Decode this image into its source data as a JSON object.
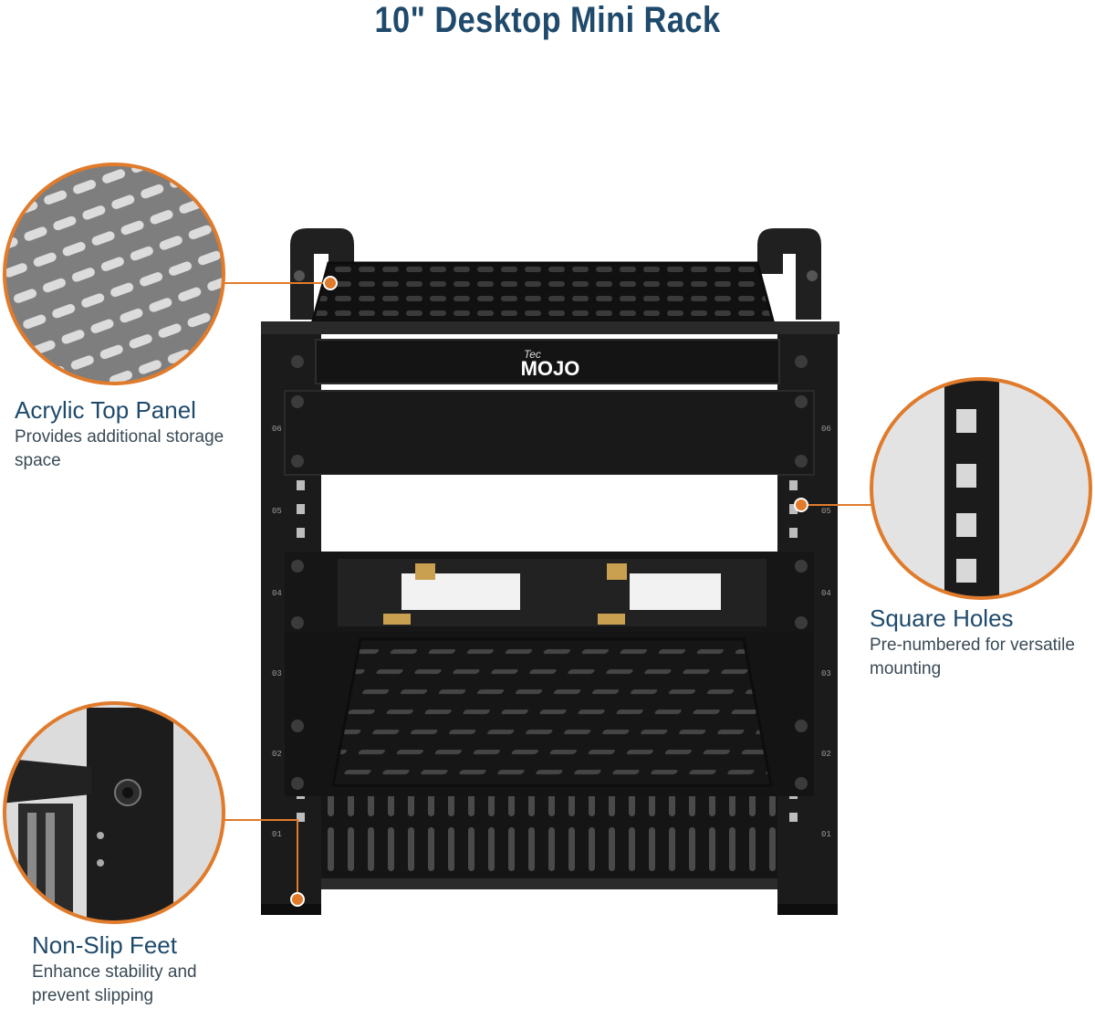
{
  "title": "10\" Desktop Mini Rack",
  "brand": {
    "small": "Tec",
    "large": "MOJO"
  },
  "callouts": {
    "top_panel": {
      "title": "Acrylic Top Panel",
      "desc_line1": "Provides additional storage",
      "desc_line2": "space"
    },
    "square_holes": {
      "title": "Square Holes",
      "desc_line1": "Pre-numbered for versatile",
      "desc_line2": "mounting"
    },
    "feet": {
      "title": "Non-Slip Feet",
      "desc_line1": "Enhance stability and",
      "desc_line2": "prevent slipping"
    }
  },
  "rack_unit_labels": [
    "06",
    "05",
    "04",
    "03",
    "02",
    "01"
  ],
  "colors": {
    "accent": "#e07b2c",
    "title": "#1f4a6b",
    "rack": "#1b1b1c"
  }
}
